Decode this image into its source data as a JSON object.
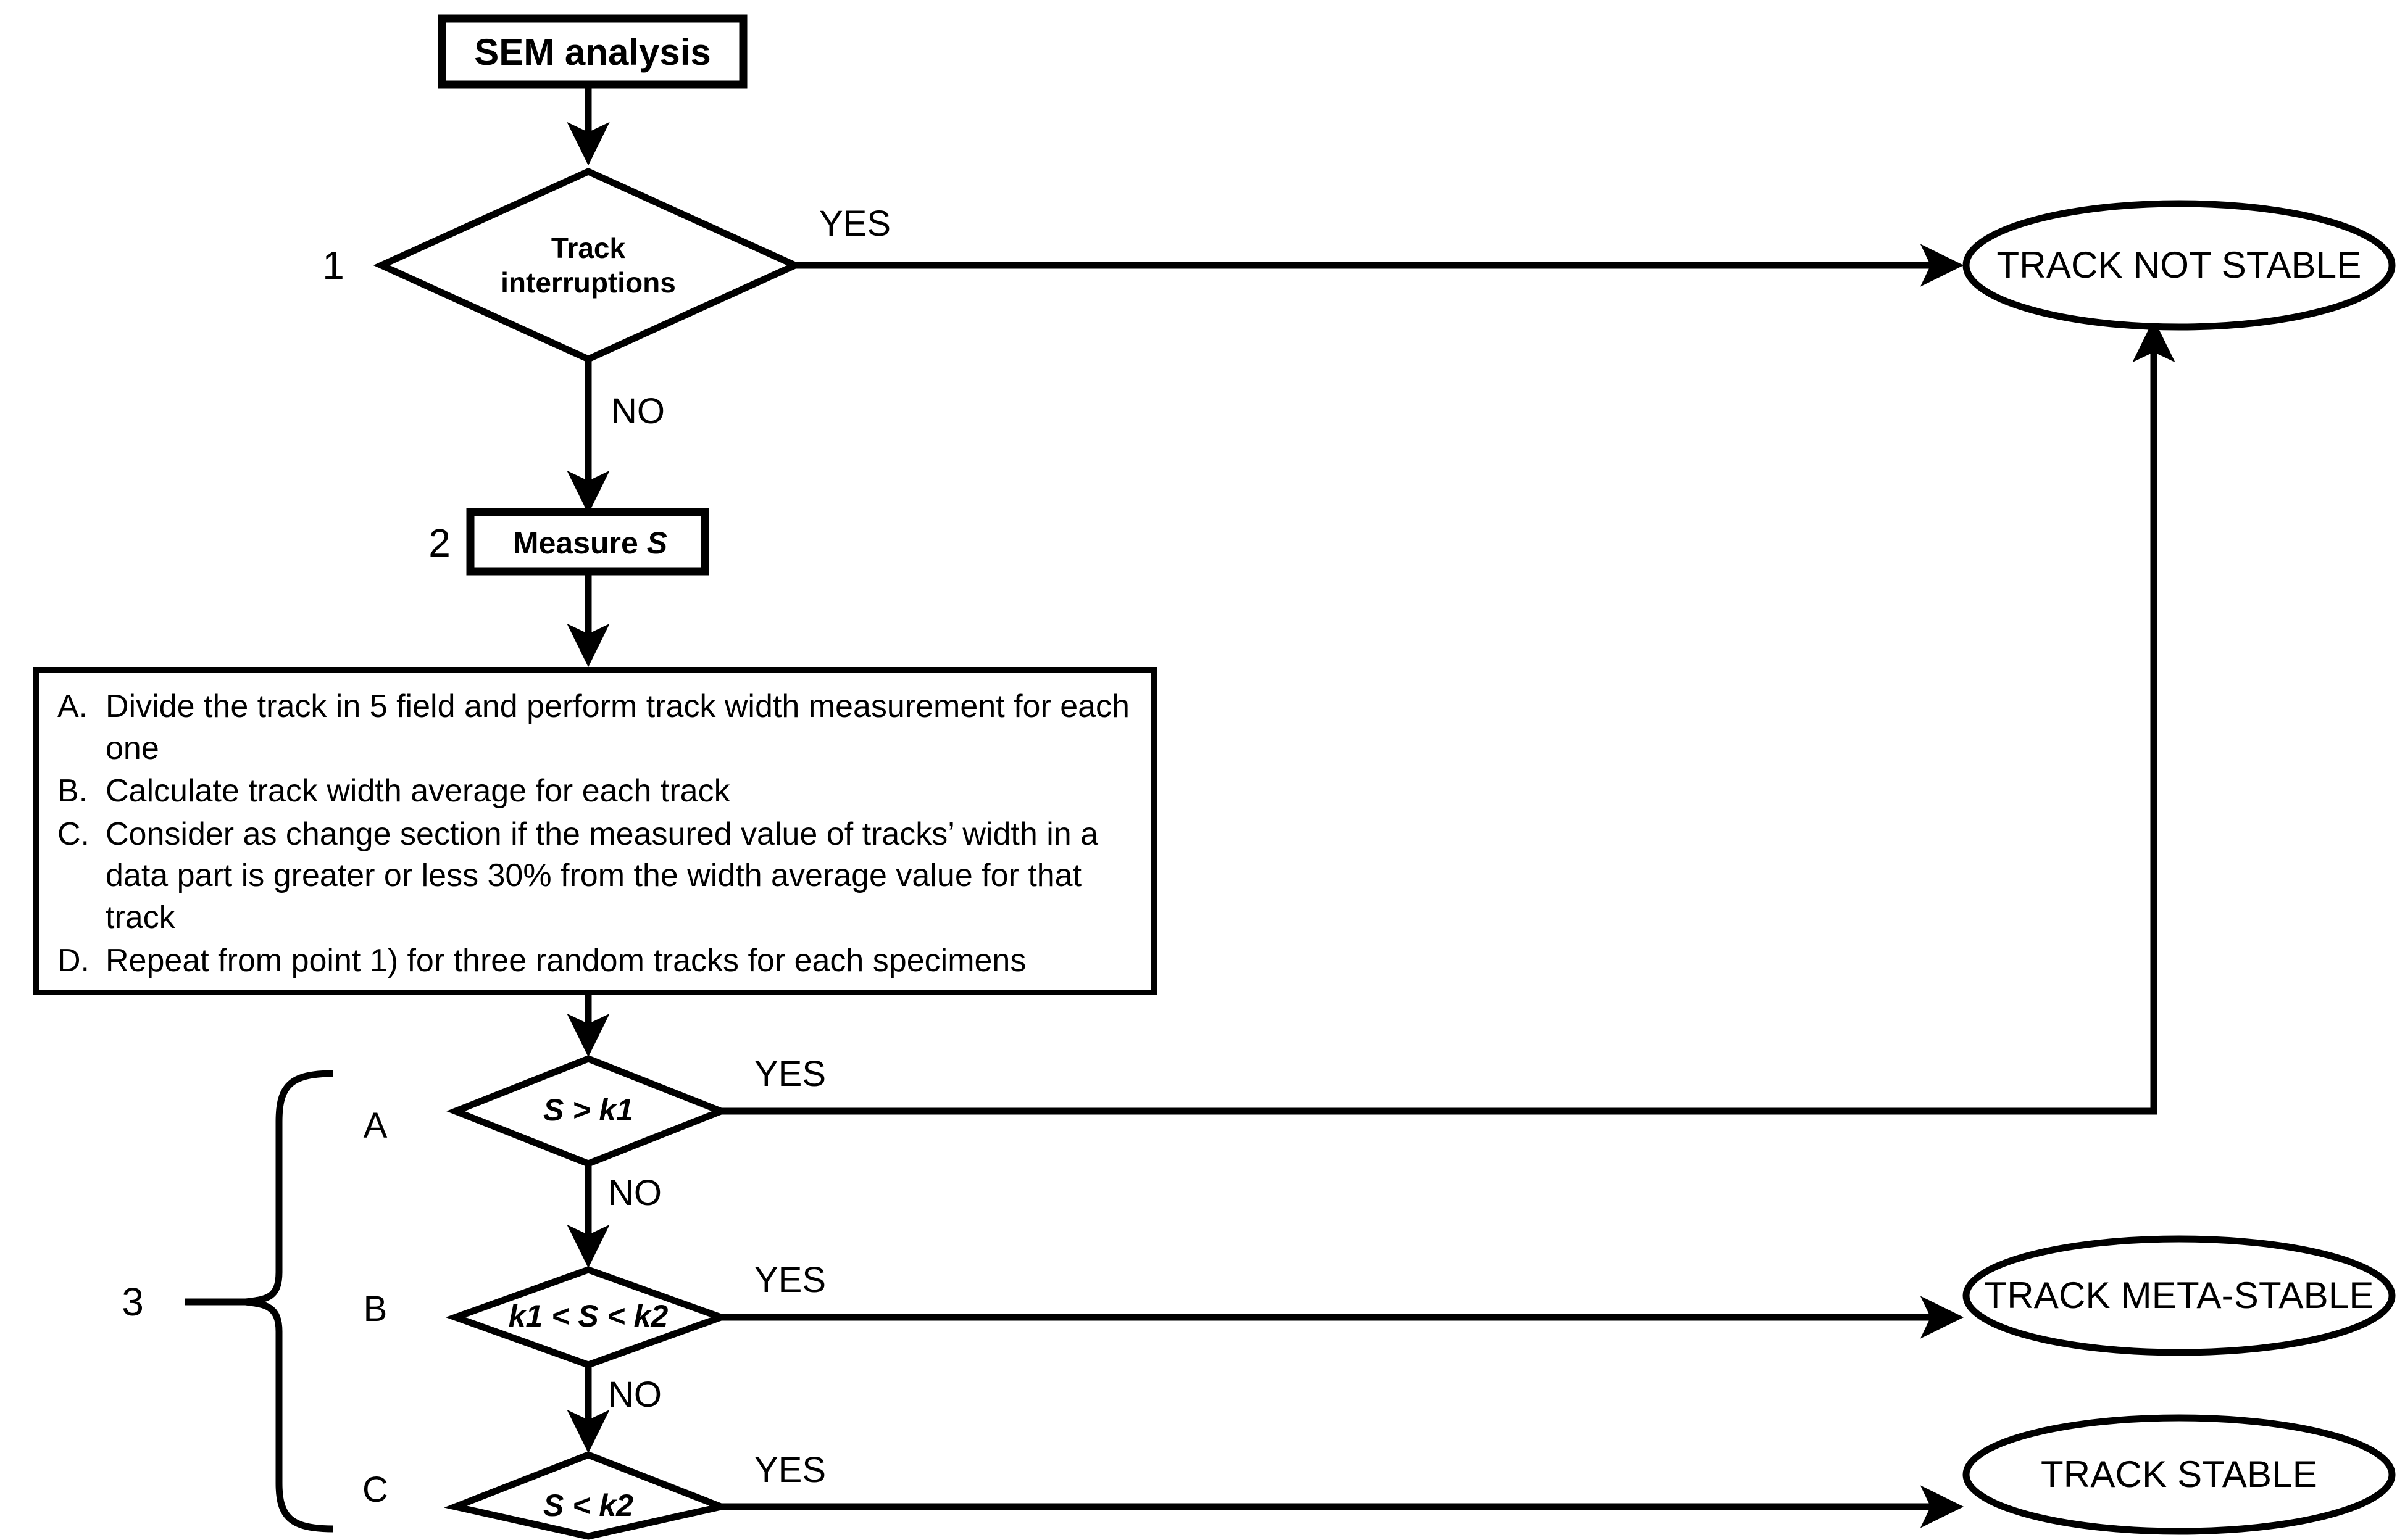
{
  "diagram": {
    "title_node": {
      "label": "SEM analysis"
    },
    "steps": [
      {
        "number": "1"
      },
      {
        "number": "2"
      },
      {
        "number": "3"
      }
    ],
    "decisions": [
      {
        "id": "track-interruptions",
        "line1": "Track",
        "line2": "interruptions",
        "yes_label": "YES",
        "no_label": "NO"
      },
      {
        "id": "s-gt-k1",
        "label": "S > k1",
        "group_letter": "A",
        "yes_label": "YES",
        "no_label": "NO"
      },
      {
        "id": "k1-lt-s-lt-k2",
        "label": "k1 < S < k2",
        "group_letter": "B",
        "yes_label": "YES",
        "no_label": "NO"
      },
      {
        "id": "s-lt-k2",
        "label": "S < k2",
        "group_letter": "C",
        "yes_label": "YES",
        "no_label": ""
      }
    ],
    "process": {
      "measure_prefix": "Measure ",
      "measure_variable": "S"
    },
    "procedure": {
      "items": [
        {
          "marker": "A.",
          "text": "Divide the track in 5 field and perform track width measurement for each one"
        },
        {
          "marker": "B.",
          "text": "Calculate track width average for each track"
        },
        {
          "marker": "C.",
          "text": "Consider as change section if the measured value of tracks’ width in a data part is greater or less 30% from the width average value for that track"
        },
        {
          "marker": "D.",
          "text": "Repeat from point 1) for three random tracks for each specimens"
        }
      ]
    },
    "terminals": [
      {
        "id": "track-not-stable",
        "label": "TRACK NOT STABLE"
      },
      {
        "id": "track-meta-stable",
        "label": "TRACK META-STABLE"
      },
      {
        "id": "track-stable",
        "label": "TRACK STABLE"
      }
    ],
    "colors": {
      "stroke": "#000000",
      "fill": "#ffffff",
      "text": "#000000"
    }
  }
}
